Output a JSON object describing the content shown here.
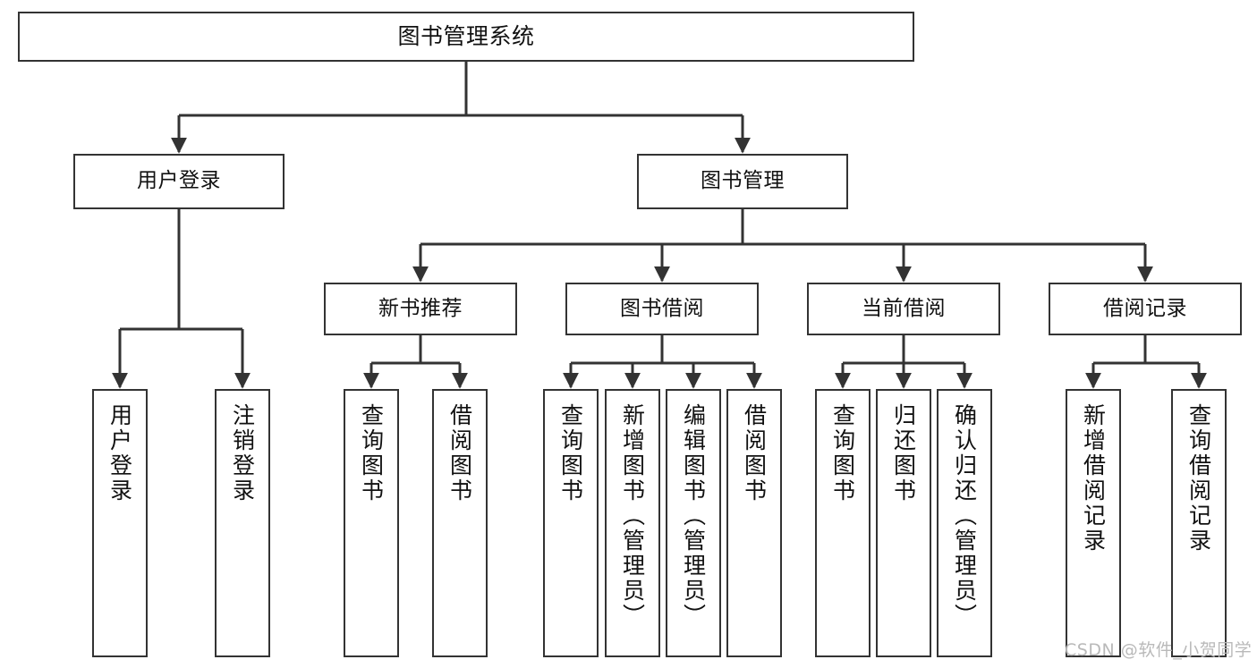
{
  "diagram": {
    "type": "tree",
    "orientation": "top-down",
    "title": "图书管理系统",
    "line_color": "#333333",
    "box_fill": "#ffffff",
    "box_border": "#333333",
    "text_color": "#111111",
    "nodes": {
      "root": {
        "label": "图书管理系统",
        "level": 0
      },
      "l1a": {
        "label": "用户登录",
        "level": 1
      },
      "l1b": {
        "label": "图书管理",
        "level": 1
      },
      "l2a": {
        "label": "新书推荐",
        "level": 2
      },
      "l2b": {
        "label": "图书借阅",
        "level": 2
      },
      "l2c": {
        "label": "当前借阅",
        "level": 2
      },
      "l2d": {
        "label": "借阅记录",
        "level": 2
      },
      "leaf1": {
        "label": "用户登录",
        "level": 3,
        "parent": "用户登录"
      },
      "leaf2": {
        "label": "注销登录",
        "level": 3,
        "parent": "用户登录"
      },
      "leaf3": {
        "label": "查询图书",
        "level": 3,
        "parent": "新书推荐"
      },
      "leaf4": {
        "label": "借阅图书",
        "level": 3,
        "parent": "新书推荐"
      },
      "leaf5": {
        "label": "查询图书",
        "level": 3,
        "parent": "图书借阅"
      },
      "leaf6": {
        "label": "新增图书（管理员）",
        "level": 3,
        "parent": "图书借阅"
      },
      "leaf7": {
        "label": "编辑图书（管理员）",
        "level": 3,
        "parent": "图书借阅"
      },
      "leaf8": {
        "label": "借阅图书",
        "level": 3,
        "parent": "图书借阅"
      },
      "leaf9": {
        "label": "查询图书",
        "level": 3,
        "parent": "当前借阅"
      },
      "leaf10": {
        "label": "归还图书",
        "level": 3,
        "parent": "当前借阅"
      },
      "leaf11": {
        "label": "确认归还（管理员）",
        "level": 3,
        "parent": "当前借阅"
      },
      "leaf12": {
        "label": "新增借阅记录",
        "level": 3,
        "parent": "借阅记录"
      },
      "leaf13": {
        "label": "查询借阅记录",
        "level": 3,
        "parent": "借阅记录"
      }
    }
  },
  "watermark": {
    "text": "CSDN @软件_小贺同学",
    "color": "#b9b9b9"
  }
}
